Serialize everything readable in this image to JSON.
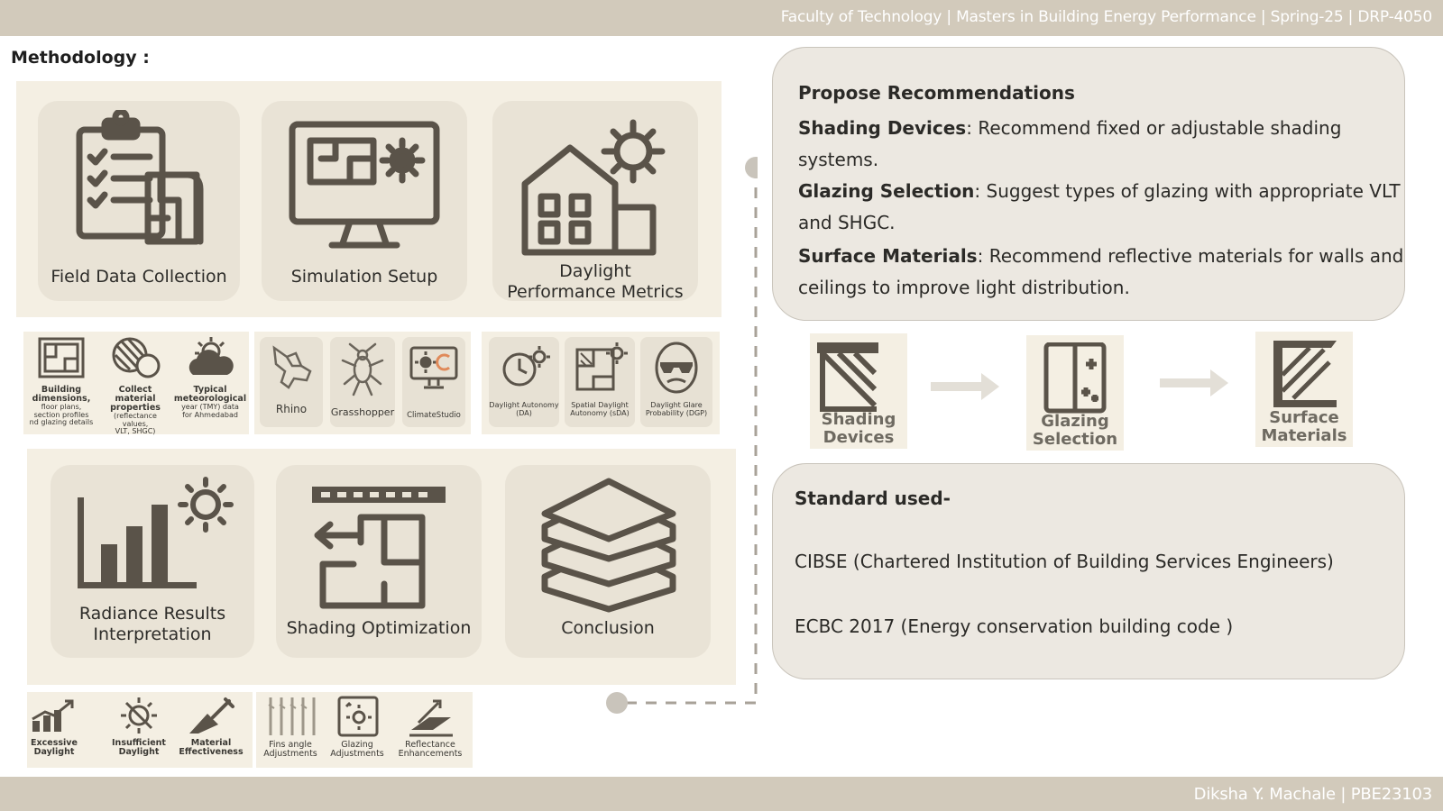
{
  "header": {
    "text": "Faculty of Technology  |  Masters in Building Energy Performance |  Spring-25 | DRP-4050"
  },
  "footer": {
    "text": "Diksha Y. Machale |  PBE23103"
  },
  "methodology": {
    "title": "Methodology :",
    "top_cards": [
      {
        "label": "Field Data Collection",
        "icon": "clipboard-checklist-icon"
      },
      {
        "label": "Simulation Setup",
        "icon": "monitor-plan-sun-icon"
      },
      {
        "label_line1": "Daylight",
        "label_line2": "Performance Metrics",
        "icon": "house-sun-icon"
      }
    ],
    "top_strip_a": [
      {
        "line1": "Building",
        "line2": "dimensions,",
        "line3": "floor plans,",
        "line4": "section profiles",
        "line5": "nd glazing details"
      },
      {
        "line1": "Collect",
        "line2": "material",
        "line3": "properties",
        "line4": "(reflectance values,",
        "line5": "VLT, SHGC)"
      },
      {
        "line1": "Typical",
        "line2": "meteorological",
        "line3": "year (TMY) data",
        "line4": "for Ahmedabad"
      }
    ],
    "top_strip_b": [
      {
        "label": "Rhino"
      },
      {
        "label": "Grasshopper"
      },
      {
        "label": "ClimateStudio"
      }
    ],
    "top_strip_c": [
      {
        "line1": "Daylight Autonomy",
        "line2": "(DA)"
      },
      {
        "line1": "Spatial Daylight",
        "line2": "Autonomy (sDA)"
      },
      {
        "line1": "Daylight Glare",
        "line2": "Probability (DGP)"
      }
    ],
    "bottom_cards": [
      {
        "label_line1": "Radiance Results",
        "label_line2": "Interpretation",
        "icon": "bar-chart-sun-icon"
      },
      {
        "label": "Shading Optimization",
        "icon": "plan-louver-icon"
      },
      {
        "label": "Conclusion",
        "icon": "layers-stack-icon"
      }
    ],
    "bottom_strip_a": [
      {
        "line1": "Excessive",
        "line2": "Daylight"
      },
      {
        "line1": "Insufficient",
        "line2": "Daylight"
      },
      {
        "line1": "Material",
        "line2": "Effectiveness"
      }
    ],
    "bottom_strip_b": [
      {
        "line1": "Fins angle",
        "line2": "Adjustments"
      },
      {
        "line1": "Glazing",
        "line2": "Adjustments"
      },
      {
        "line1": "Reflectance",
        "line2": "Enhancements"
      }
    ]
  },
  "recommendations": {
    "heading": "Propose Recommendations",
    "items": [
      {
        "term": "Shading Devices",
        "line1": ": Recommend fixed or adjustable shading",
        "line2": "systems."
      },
      {
        "term": "Glazing Selection",
        "line1": ": Suggest types of glazing with appropriate VLT",
        "line2": "and SHGC."
      },
      {
        "term": "Surface Materials",
        "line1": ": Recommend reflective materials for walls and",
        "line2": "ceilings to improve light distribution."
      }
    ]
  },
  "flow": [
    {
      "line1": "Shading",
      "line2": "Devices"
    },
    {
      "line1": "Glazing",
      "line2": "Selection"
    },
    {
      "line1": "Surface",
      "line2": "Materials"
    }
  ],
  "standards": {
    "heading": "Standard used-",
    "items": [
      "CIBSE (Chartered Institution of Building Services Engineers)",
      "ECBC 2017 (Energy conservation building code )"
    ]
  },
  "colors": {
    "band": "#d2cabb",
    "panel": "#f4efe3",
    "card": "#e9e3d6",
    "icon": "#5a5349",
    "box": "#ece8e1"
  }
}
